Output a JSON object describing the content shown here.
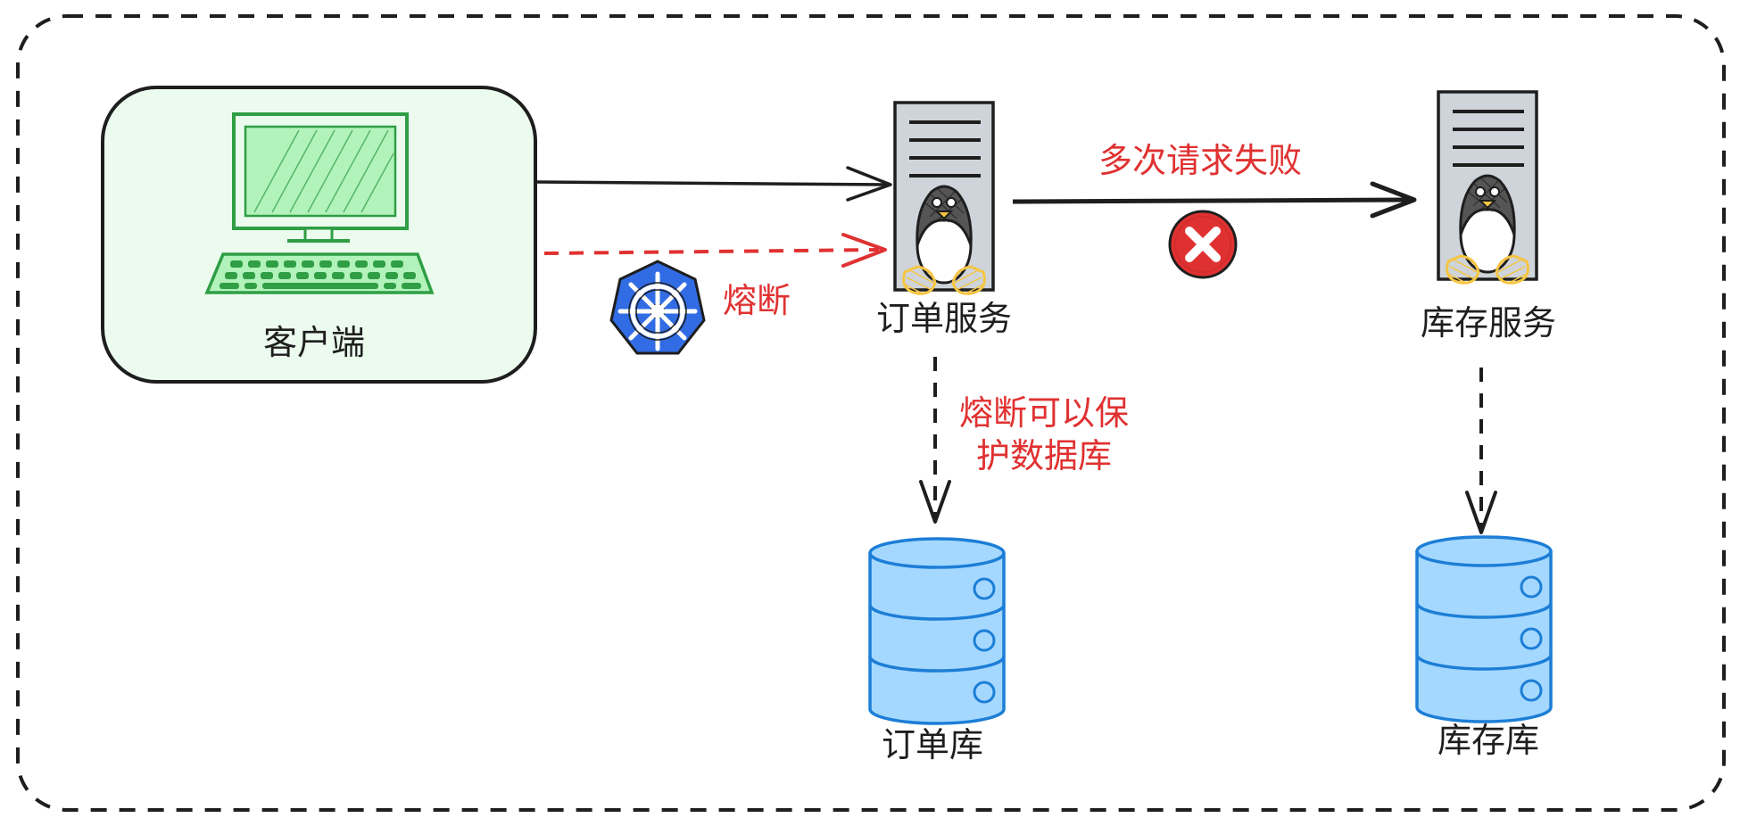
{
  "nodes": {
    "client": {
      "label": "客户端"
    },
    "order_service": {
      "label": "订单服务"
    },
    "inventory_service": {
      "label": "库存服务"
    },
    "order_db": {
      "label": "订单库"
    },
    "inventory_db": {
      "label": "库存库"
    }
  },
  "annotations": {
    "circuit_breaker": "熔断",
    "request_failed": "多次请求失败",
    "protect_line1": "熔断可以保",
    "protect_line2": "护数据库"
  },
  "colors": {
    "ink": "#1e1e1e",
    "red": "#e03131",
    "client_fill": "#ebfbee",
    "client_green": "#2f9e44",
    "server_fill": "#ced4da",
    "db_fill": "#a5d8ff",
    "db_stroke": "#1c7ed6",
    "helm_blue": "#326ce5",
    "penguin_yellow": "#f5c542"
  },
  "icons": {
    "client": "computer-monitor-icon",
    "server": "linux-server-icon",
    "database": "database-icon",
    "helm": "helm-wheel-icon",
    "error": "error-x-icon"
  }
}
